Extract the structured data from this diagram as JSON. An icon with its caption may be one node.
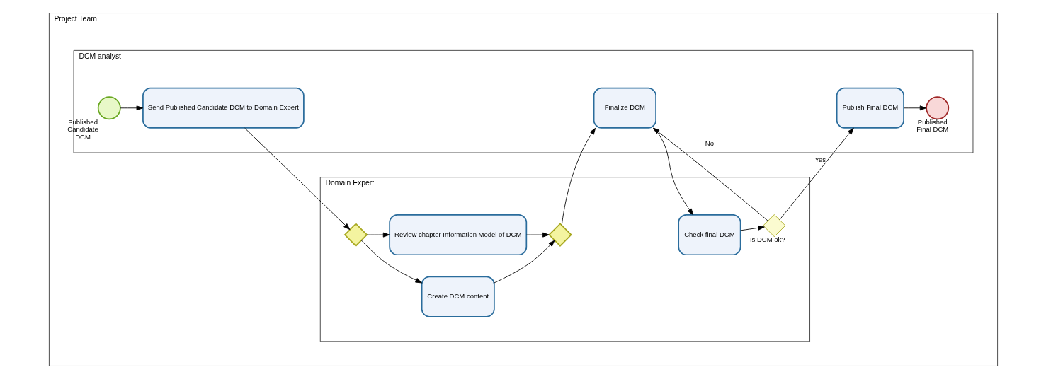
{
  "diagram": {
    "nodes": [
      {
        "text": [
          "Project Team"
        ]
      },
      {
        "text": [
          "Domain Expert"
        ],
        "in": 0
      },
      {
        "text": [
          "DCM analyst"
        ],
        "in": 0
      },
      {
        "text": [],
        "shape": "circle",
        "beside": [
          "Published Candidate DCM"
        ],
        "in": 2
      },
      {
        "text": [
          "Send Published Candidate DCM to Domain Expert"
        ],
        "in": 2
      },
      {
        "text": [],
        "shape": "diamond",
        "in": 1
      },
      {
        "text": [
          "Create DCM content"
        ],
        "in": 1
      },
      {
        "text": [
          "Review chapter Information Model of DCM"
        ],
        "in": 1
      },
      {
        "text": [],
        "shape": "diamond",
        "in": 1
      },
      {
        "text": [
          "Finalize DCM"
        ],
        "in": 2
      },
      {
        "text": [
          "Check final DCM"
        ],
        "in": 1
      },
      {
        "text": [],
        "shape": "diamond",
        "beside": [
          "Is DCM ok?"
        ],
        "in": 1
      },
      {
        "text": [
          "Publish Final DCM"
        ],
        "in": 2
      },
      {
        "text": [],
        "shape": "circle",
        "beside": [
          "Published Final DCM"
        ],
        "in": 2
      }
    ],
    "edges": [
      {
        "from": 3,
        "to": 4,
        "arrow": "to"
      },
      {
        "from": 4,
        "to": 5,
        "arrow": "to"
      },
      {
        "from": 5,
        "to": 6,
        "arrow": "to"
      },
      {
        "from": 5,
        "to": 7,
        "arrow": "to"
      },
      {
        "from": 6,
        "to": 8,
        "arrow": "to"
      },
      {
        "from": 7,
        "to": 8,
        "arrow": "to"
      },
      {
        "from": 8,
        "to": 9,
        "arrow": "to"
      },
      {
        "from": 9,
        "to": 10,
        "arrow": "to"
      },
      {
        "from": 10,
        "to": 11,
        "arrow": "to"
      },
      {
        "from": 11,
        "to": 9,
        "label": "No",
        "arrow": "to"
      },
      {
        "from": 11,
        "to": 12,
        "label": "Yes",
        "arrow": "to"
      },
      {
        "from": 12,
        "to": 13,
        "arrow": "to"
      }
    ]
  }
}
